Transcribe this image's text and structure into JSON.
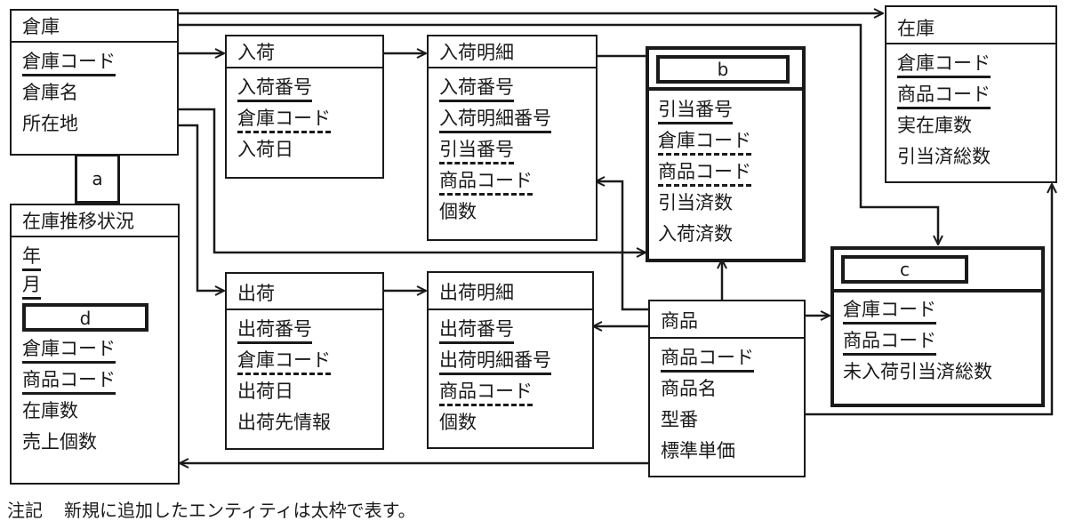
{
  "entities": {
    "souko": {
      "name": "倉庫",
      "attrs": [
        {
          "label": "倉庫コード",
          "key": "pk"
        },
        {
          "label": "倉庫名",
          "key": ""
        },
        {
          "label": "所在地",
          "key": ""
        }
      ]
    },
    "nyuka": {
      "name": "入荷",
      "attrs": [
        {
          "label": "入荷番号",
          "key": "pk"
        },
        {
          "label": "倉庫コード",
          "key": "fk"
        },
        {
          "label": "入荷日",
          "key": ""
        }
      ]
    },
    "nyuka_meisai": {
      "name": "入荷明細",
      "attrs": [
        {
          "label": "入荷番号",
          "key": "pk"
        },
        {
          "label": "入荷明細番号",
          "key": "pk"
        },
        {
          "label": "引当番号",
          "key": "fk"
        },
        {
          "label": "商品コード",
          "key": "fk"
        },
        {
          "label": "個数",
          "key": ""
        }
      ]
    },
    "b": {
      "name_blank": "b",
      "thick": true,
      "attrs": [
        {
          "label": "引当番号",
          "key": "pk"
        },
        {
          "label": "倉庫コード",
          "key": "fk"
        },
        {
          "label": "商品コード",
          "key": "fk"
        },
        {
          "label": "引当済数",
          "key": ""
        },
        {
          "label": "入荷済数",
          "key": ""
        }
      ]
    },
    "zaiko": {
      "name": "在庫",
      "attrs": [
        {
          "label": "倉庫コード",
          "key": "pk"
        },
        {
          "label": "商品コード",
          "key": "pk"
        },
        {
          "label": "実在庫数",
          "key": ""
        },
        {
          "label": "引当済総数",
          "key": ""
        }
      ]
    },
    "zaiko_suii": {
      "name": "在庫推移状況",
      "attrs": [
        {
          "label": "年",
          "key": "pk"
        },
        {
          "label": "月",
          "key": "pk"
        },
        {
          "label": "倉庫コード",
          "key": "pk"
        },
        {
          "label": "商品コード",
          "key": "pk"
        },
        {
          "label": "在庫数",
          "key": ""
        },
        {
          "label": "売上個数",
          "key": ""
        }
      ],
      "blank": "d"
    },
    "shukka": {
      "name": "出荷",
      "attrs": [
        {
          "label": "出荷番号",
          "key": "pk"
        },
        {
          "label": "倉庫コード",
          "key": "fk"
        },
        {
          "label": "出荷日",
          "key": ""
        },
        {
          "label": "出荷先情報",
          "key": ""
        }
      ]
    },
    "shukka_meisai": {
      "name": "出荷明細",
      "attrs": [
        {
          "label": "出荷番号",
          "key": "pk"
        },
        {
          "label": "出荷明細番号",
          "key": "pk"
        },
        {
          "label": "商品コード",
          "key": "fk"
        },
        {
          "label": "個数",
          "key": ""
        }
      ]
    },
    "shohin": {
      "name": "商品",
      "attrs": [
        {
          "label": "商品コード",
          "key": "pk"
        },
        {
          "label": "商品名",
          "key": ""
        },
        {
          "label": "型番",
          "key": ""
        },
        {
          "label": "標準単価",
          "key": ""
        }
      ]
    },
    "c": {
      "name_blank": "c",
      "thick": true,
      "attrs": [
        {
          "label": "倉庫コード",
          "key": "pk"
        },
        {
          "label": "商品コード",
          "key": "pk"
        },
        {
          "label": "未入荷引当済総数",
          "key": ""
        }
      ]
    }
  },
  "relationship_blank": "a",
  "relationships": [
    {
      "from": "倉庫",
      "to": "入荷",
      "type": "one-to-many"
    },
    {
      "from": "倉庫",
      "to": "在庫",
      "type": "one-to-many"
    },
    {
      "from": "倉庫",
      "to": "c",
      "type": "one-to-many"
    },
    {
      "from": "倉庫",
      "to": "b",
      "type": "one-to-many"
    },
    {
      "from": "倉庫",
      "to": "出荷",
      "type": "one-to-many"
    },
    {
      "from": "倉庫",
      "to": "在庫推移状況",
      "type": "a"
    },
    {
      "from": "入荷",
      "to": "入荷明細",
      "type": "one-to-many"
    },
    {
      "from": "b",
      "to": "入荷明細",
      "type": "one-to-many"
    },
    {
      "from": "商品",
      "to": "入荷明細",
      "type": "one-to-many"
    },
    {
      "from": "商品",
      "to": "b",
      "type": "one-to-many"
    },
    {
      "from": "商品",
      "to": "c",
      "type": "one-to-many"
    },
    {
      "from": "商品",
      "to": "在庫",
      "type": "one-to-many"
    },
    {
      "from": "商品",
      "to": "出荷明細",
      "type": "one-to-many"
    },
    {
      "from": "商品",
      "to": "在庫推移状況",
      "type": "one-to-many"
    },
    {
      "from": "出荷",
      "to": "出荷明細",
      "type": "one-to-many"
    }
  ],
  "note": {
    "label": "注記",
    "text": "新規に追加したエンティティは太枠で表す。"
  }
}
